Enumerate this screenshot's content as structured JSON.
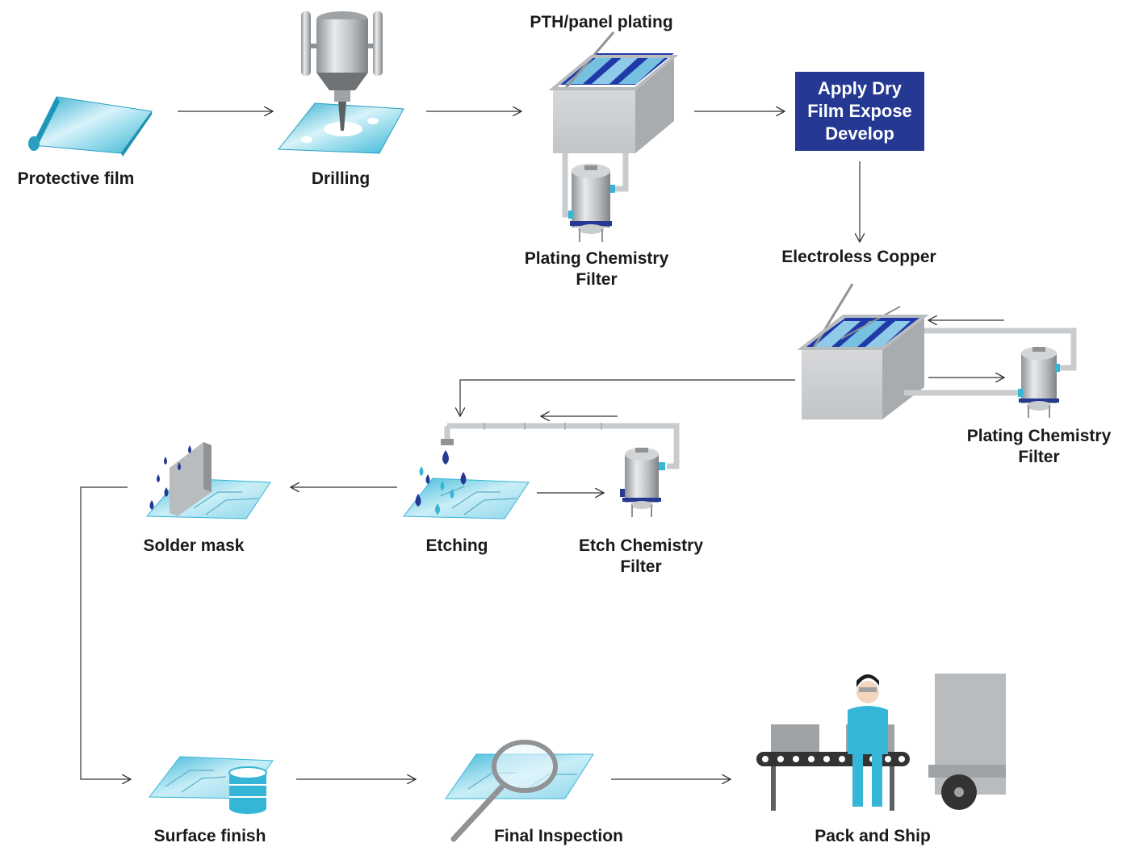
{
  "labels": {
    "protective_film": "Protective film",
    "drilling": "Drilling",
    "pth_panel_plating": "PTH/panel plating",
    "plating_filter_1": [
      "Plating Chemistry",
      "Filter"
    ],
    "electroless_copper": "Electroless Copper",
    "plating_filter_2": [
      "Plating Chemistry",
      "Filter"
    ],
    "solder_mask": "Solder mask",
    "etching": "Etching",
    "etch_filter": [
      "Etch Chemistry",
      "Filter"
    ],
    "surface_finish": "Surface finish",
    "final_inspection": "Final Inspection",
    "pack_and_ship": "Pack and Ship"
  },
  "apply_box": {
    "lines": [
      "Apply Dry",
      "Film Expose",
      "Develop"
    ],
    "color": "#253892"
  },
  "colors": {
    "cyan": "#35b6d6",
    "navy": "#253892",
    "steel": "#b9bcbf",
    "steel_dark": "#8f9396",
    "arrow": "#333333"
  }
}
